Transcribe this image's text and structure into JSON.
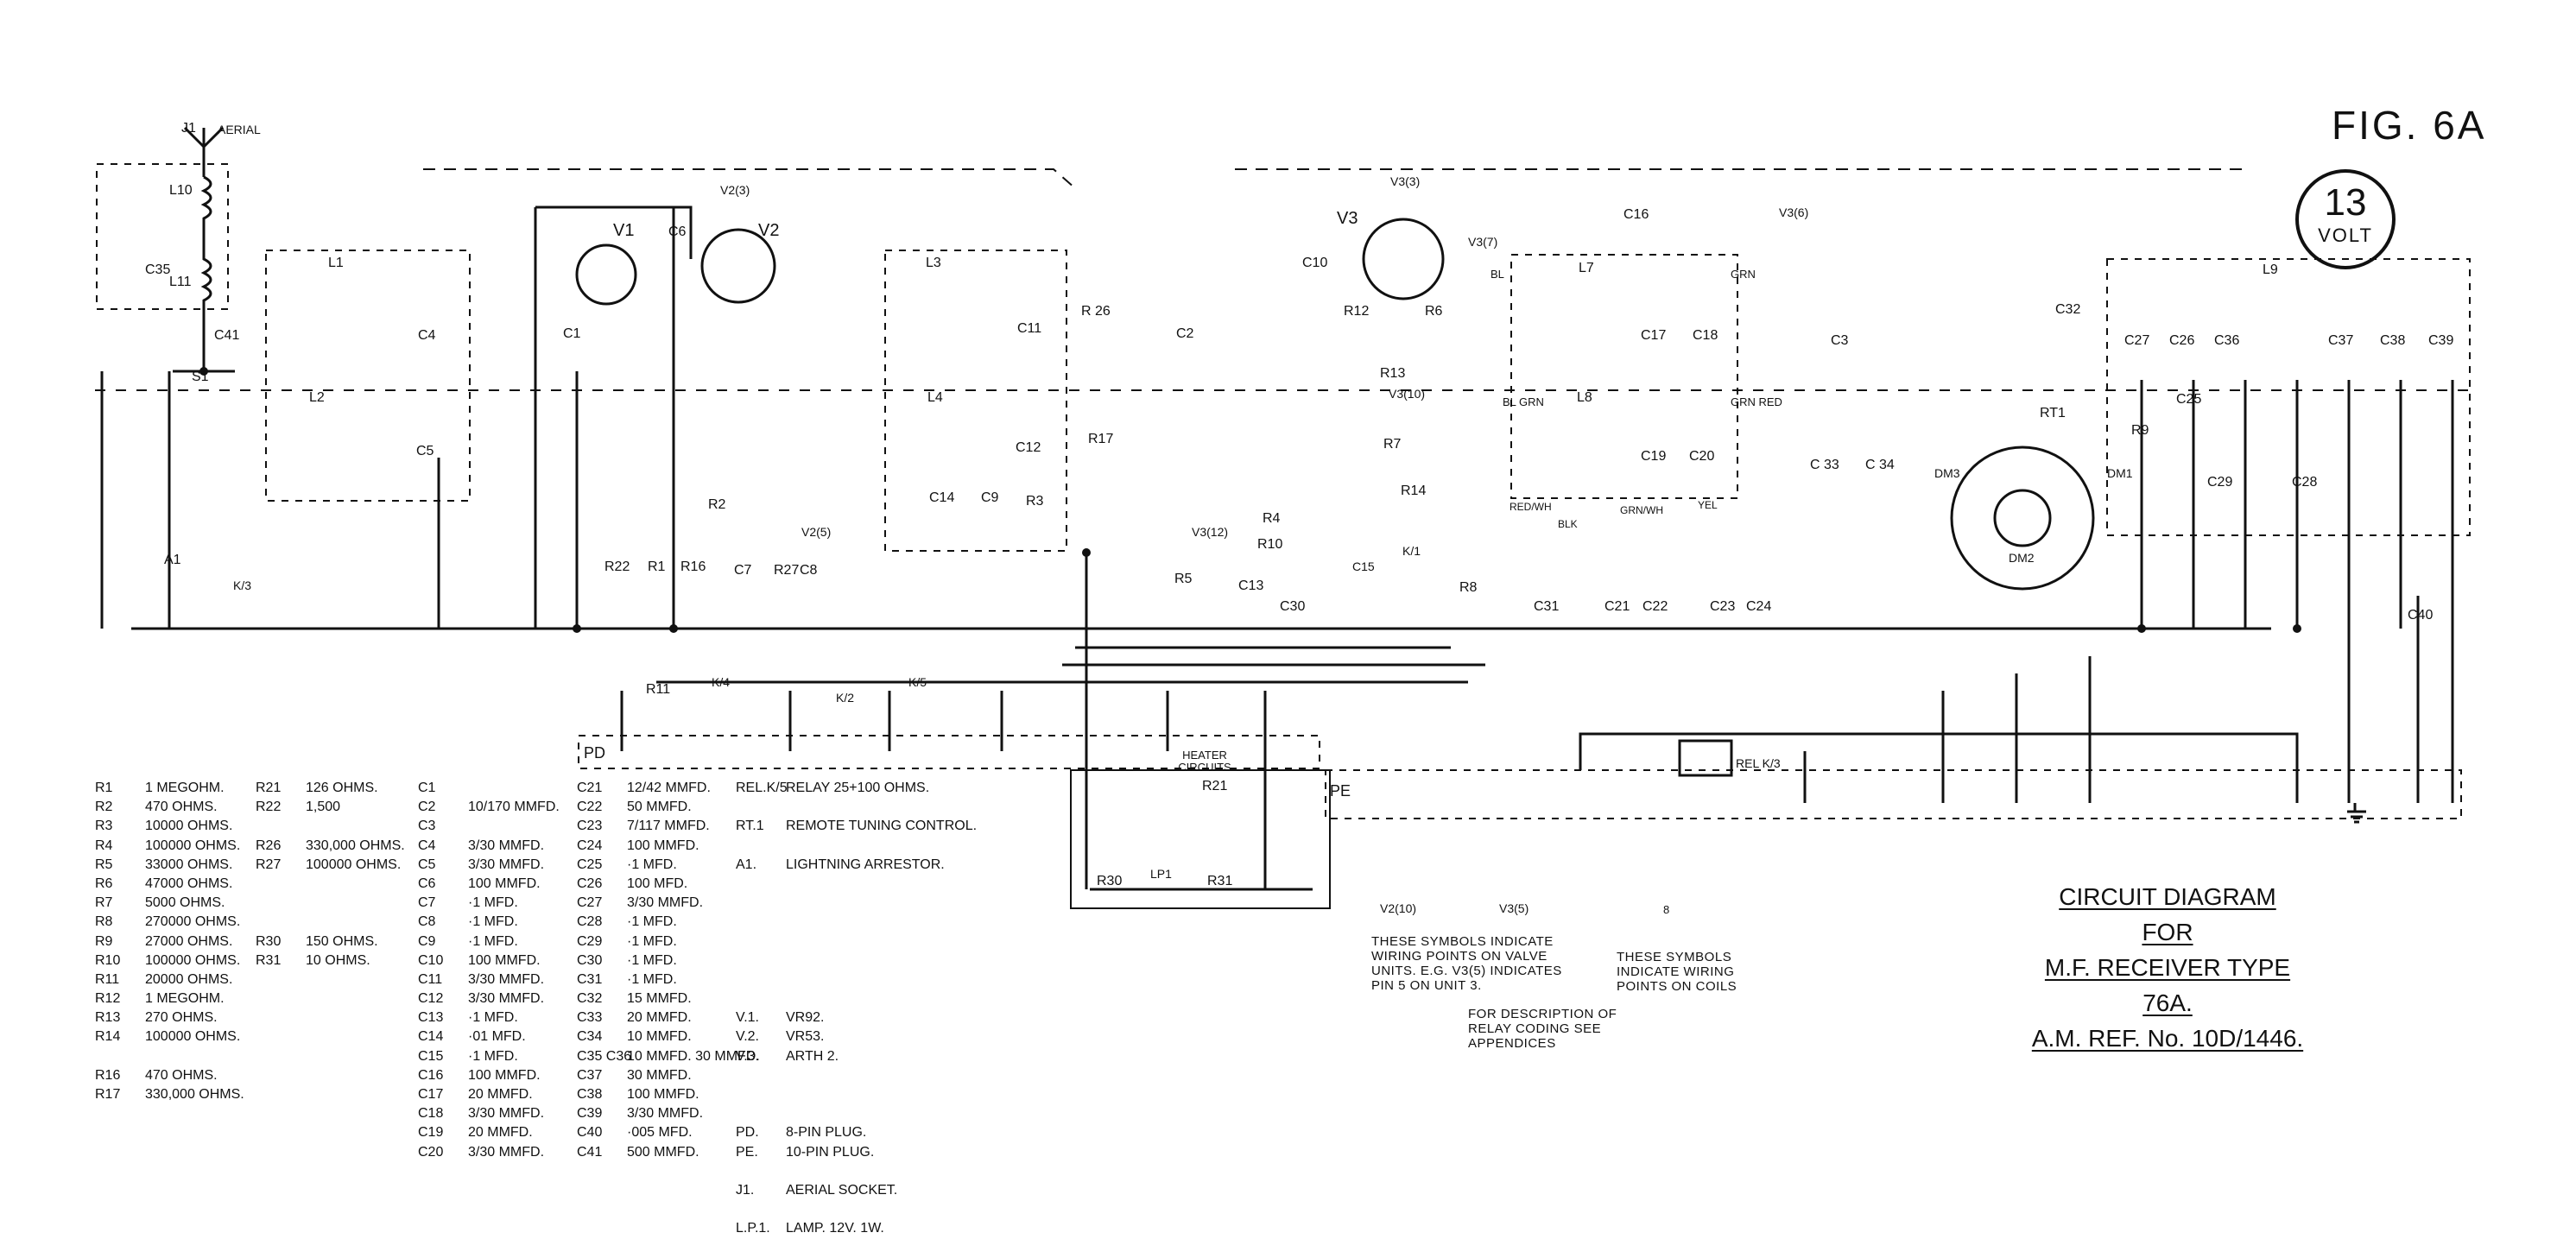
{
  "figure": {
    "fig_label": "FIG. 6A",
    "badge_number": "13",
    "badge_unit": "VOLT"
  },
  "title": {
    "line1": "CIRCUIT DIAGRAM",
    "line2": "FOR",
    "line3": "M.F. RECEIVER TYPE 76A.",
    "line4": "A.M. REF. No. 10D/1446."
  },
  "legend_resistors": [
    [
      "R1",
      "1 MEGOHM."
    ],
    [
      "R2",
      "470 OHMS."
    ],
    [
      "R3",
      "10000 OHMS."
    ],
    [
      "R4",
      "100000 OHMS."
    ],
    [
      "R5",
      "33000 OHMS."
    ],
    [
      "R6",
      "47000 OHMS."
    ],
    [
      "R7",
      "5000 OHMS."
    ],
    [
      "R8",
      "270000 OHMS."
    ],
    [
      "R9",
      "27000 OHMS."
    ],
    [
      "R10",
      "100000 OHMS."
    ],
    [
      "R11",
      "20000 OHMS."
    ],
    [
      "R12",
      "1 MEGOHM."
    ],
    [
      "R13",
      "270 OHMS."
    ],
    [
      "R14",
      "100000 OHMS."
    ],
    [
      "",
      ""
    ],
    [
      "R16",
      "470 OHMS."
    ],
    [
      "R17",
      "330,000 OHMS."
    ]
  ],
  "legend_resistors_2": [
    [
      "R21",
      "126 OHMS."
    ],
    [
      "R22",
      "1,500"
    ],
    [
      "",
      ""
    ],
    [
      "R26",
      "330,000 OHMS."
    ],
    [
      "R27",
      "100000 OHMS."
    ],
    [
      "",
      ""
    ],
    [
      "",
      ""
    ],
    [
      "",
      ""
    ],
    [
      "R30",
      "150 OHMS."
    ],
    [
      "R31",
      "10 OHMS."
    ]
  ],
  "legend_caps_1": [
    [
      "C1",
      ""
    ],
    [
      "C2",
      "10/170 MMFD."
    ],
    [
      "C3",
      ""
    ],
    [
      "C4",
      "3/30 MMFD."
    ],
    [
      "C5",
      "3/30 MMFD."
    ],
    [
      "C6",
      "100 MMFD."
    ],
    [
      "C7",
      "·1 MFD."
    ],
    [
      "C8",
      "·1 MFD."
    ],
    [
      "C9",
      "·1 MFD."
    ],
    [
      "C10",
      "100 MMFD."
    ],
    [
      "C11",
      "3/30 MMFD."
    ],
    [
      "C12",
      "3/30 MMFD."
    ],
    [
      "C13",
      "·1 MFD."
    ],
    [
      "C14",
      "·01 MFD."
    ],
    [
      "C15",
      "·1 MFD."
    ],
    [
      "C16",
      "100 MMFD."
    ],
    [
      "C17",
      "20 MMFD."
    ],
    [
      "C18",
      "3/30 MMFD."
    ],
    [
      "C19",
      "20 MMFD."
    ],
    [
      "C20",
      "3/30 MMFD."
    ]
  ],
  "legend_caps_2": [
    [
      "C21",
      "12/42 MMFD."
    ],
    [
      "C22",
      "50 MMFD."
    ],
    [
      "C23",
      "7/117 MMFD."
    ],
    [
      "C24",
      "100 MMFD."
    ],
    [
      "C25",
      "·1 MFD."
    ],
    [
      "C26",
      "100 MFD."
    ],
    [
      "C27",
      "3/30 MMFD."
    ],
    [
      "C28",
      "·1 MFD."
    ],
    [
      "C29",
      "·1 MFD."
    ],
    [
      "C30",
      "·1 MFD."
    ],
    [
      "C31",
      "·1 MFD."
    ],
    [
      "C32",
      "15 MMFD."
    ],
    [
      "C33",
      "20 MMFD."
    ],
    [
      "C34",
      "10 MMFD."
    ],
    [
      "C35 C36",
      "10 MMFD. 30 MMFD."
    ],
    [
      "C37",
      "30 MMFD."
    ],
    [
      "C38",
      "100 MMFD."
    ],
    [
      "C39",
      "3/30 MMFD."
    ],
    [
      "C40",
      "·005 MFD."
    ],
    [
      "C41",
      "500 MMFD."
    ]
  ],
  "legend_misc": [
    [
      "REL.K/5",
      "RELAY 25+100 OHMS."
    ],
    [
      "",
      ""
    ],
    [
      "RT.1",
      "REMOTE TUNING CONTROL."
    ],
    [
      "",
      ""
    ],
    [
      "A1.",
      "LIGHTNING ARRESTOR."
    ],
    [
      "",
      ""
    ],
    [
      "",
      ""
    ],
    [
      "",
      ""
    ],
    [
      "",
      ""
    ],
    [
      "",
      ""
    ],
    [
      "",
      ""
    ],
    [
      "",
      ""
    ],
    [
      "V.1.",
      "VR92."
    ],
    [
      "V.2.",
      "VR53."
    ],
    [
      "V.3.",
      "ARTH 2."
    ],
    [
      "",
      ""
    ],
    [
      "",
      ""
    ],
    [
      "",
      ""
    ],
    [
      "PD.",
      "8-PIN PLUG."
    ],
    [
      "PE.",
      "10-PIN PLUG."
    ],
    [
      "",
      ""
    ],
    [
      "J1.",
      "AERIAL SOCKET."
    ],
    [
      "",
      ""
    ],
    [
      "L.P.1.",
      "LAMP. 12V. 1W."
    ]
  ],
  "notes": {
    "valve_symbols": "THESE SYMBOLS INDICATE WIRING POINTS ON VALVE UNITS. E.G. V3(5) INDICATES PIN 5 ON UNIT 3.",
    "coil_symbols": "THESE SYMBOLS INDICATE WIRING POINTS ON COILS",
    "relay_coding": "FOR DESCRIPTION OF RELAY CODING SEE APPENDICES",
    "sym_a": "V2(10)",
    "sym_b": "V3(5)",
    "sym_c": "8"
  },
  "labels": {
    "j1": "J1",
    "aerial": "AERIAL",
    "l10": "L10",
    "l11": "L11",
    "c35": "C35",
    "c41": "C41",
    "s1": "S1",
    "a1": "A1",
    "k3": "K/3",
    "l1": "L1",
    "l2": "L2",
    "c4": "C4",
    "c5": "C5",
    "c1": "C1",
    "v1": "V1",
    "c6": "C6",
    "v2": "V2",
    "v2_3": "V2(3)",
    "l3": "L3",
    "l4": "L4",
    "c11": "C11",
    "c12": "C12",
    "r26": "R 26",
    "r17": "R17",
    "c2": "C2",
    "c14": "C14",
    "c9": "C9",
    "r3": "R3",
    "r22": "R22",
    "r1": "R1",
    "r16": "R16",
    "r2": "R2",
    "c7": "C7",
    "r27": "R27",
    "c8": "C8",
    "v2_5": "V2(5)",
    "c10": "C10",
    "r12": "R12",
    "v3": "V3",
    "r6": "R6",
    "v3_7": "V3(7)",
    "v3_3": "V3(3)",
    "r13": "R13",
    "v3_10": "V3(10)",
    "r7": "R7",
    "r14": "R14",
    "r4": "R4",
    "r10": "R10",
    "v3_12": "V3(12)",
    "r5": "R5",
    "c13": "C13",
    "c30": "C30",
    "c15": "C15",
    "r8": "R8",
    "c16": "C16",
    "v3_6": "V3(6)",
    "l7": "L7",
    "l8": "L8",
    "c17": "C17",
    "c18": "C18",
    "c19": "C19",
    "c20": "C20",
    "c31": "C31",
    "c21": "C21",
    "c22": "C22",
    "c23": "C23",
    "c24": "C24",
    "c3": "C3",
    "c33": "C 33",
    "c34": "C 34",
    "c32": "C32",
    "rt1": "RT1",
    "dm1": "DM1",
    "dm2": "DM2",
    "dm3": "DM3",
    "l9": "L9",
    "c27": "C27",
    "c26": "C26",
    "c36": "C36",
    "c37": "C37",
    "c38": "C38",
    "c39": "C39",
    "c25": "C25",
    "r9": "R9",
    "c29": "C29",
    "c28": "C28",
    "c40": "C40",
    "r11": "R11",
    "k4": "K/4",
    "k2": "K/2",
    "k5": "K/5",
    "pd": "PD",
    "pe": "PE",
    "heater": "HEATER CIRCUITS",
    "r21": "R21",
    "r30": "R30",
    "r31": "R31",
    "lp1": "LP1",
    "rel": "REL K/3",
    "bl": "BL",
    "grn": "GRN",
    "bl_grn": "BL GRN",
    "grn_red": "GRN RED",
    "red_wh": "RED/WH",
    "grn_wh": "GRN/WH",
    "blk": "BLK",
    "yel": "YEL",
    "k1": "K/1"
  }
}
